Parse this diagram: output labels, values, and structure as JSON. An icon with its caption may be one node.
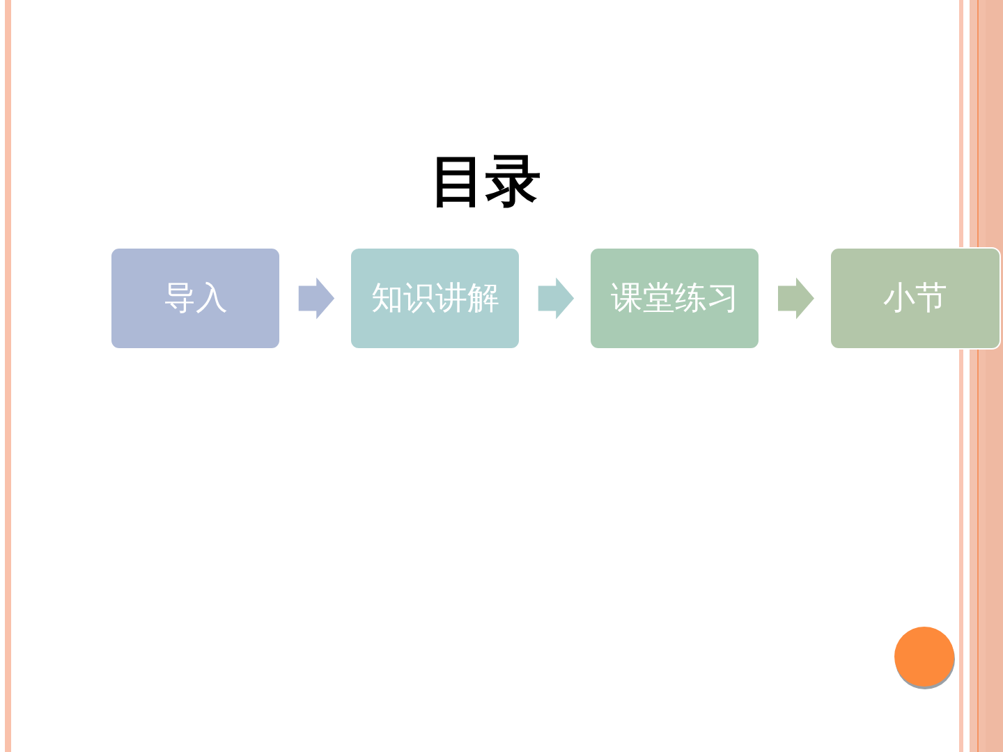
{
  "diagram": {
    "title": "目录",
    "nodes": [
      {
        "text": [
          "导入"
        ]
      },
      {
        "text": [
          "知识讲解"
        ]
      },
      {
        "text": [
          "课堂练习"
        ]
      },
      {
        "text": [
          "小节"
        ]
      }
    ],
    "edges": [
      {
        "from": 0,
        "to": 1,
        "arrow": "to",
        "color": "#adb9d6"
      },
      {
        "from": 1,
        "to": 2,
        "arrow": "to",
        "color": "#abcfcf"
      },
      {
        "from": 2,
        "to": 3,
        "arrow": "to",
        "color": "#b2c6a8"
      }
    ]
  }
}
